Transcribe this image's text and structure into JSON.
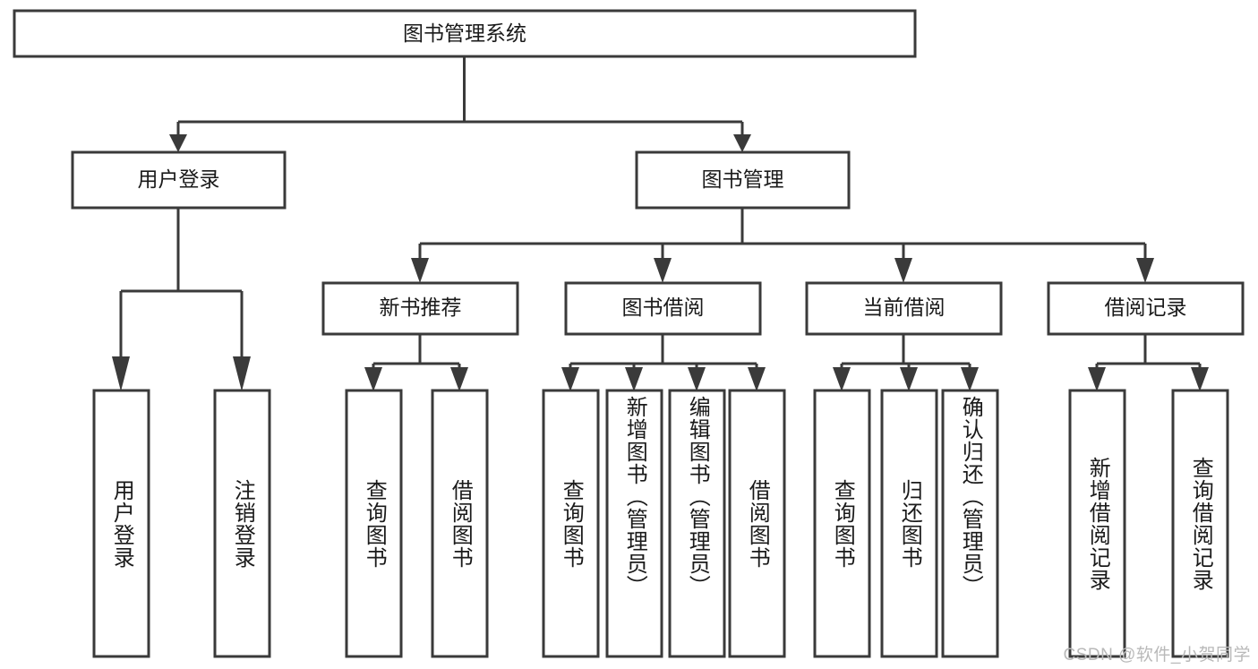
{
  "diagram": {
    "type": "tree-hierarchy",
    "title": "图书管理系统",
    "watermark": "CSDN @软件_小贺同学",
    "colors": {
      "stroke": "#3a3a3a",
      "box_fill": "#ffffff",
      "text": "#1a1a1a",
      "background": "#ffffff",
      "watermark": "#b9b9b9"
    },
    "root": {
      "id": "root",
      "label": "图书管理系统",
      "orientation": "horizontal"
    },
    "level2": [
      {
        "id": "user-login",
        "label": "用户登录",
        "orientation": "horizontal"
      },
      {
        "id": "book-management",
        "label": "图书管理",
        "orientation": "horizontal"
      }
    ],
    "level3": [
      {
        "id": "new-book-recommend",
        "label": "新书推荐",
        "orientation": "horizontal",
        "parent": "book-management"
      },
      {
        "id": "book-borrow",
        "label": "图书借阅",
        "orientation": "horizontal",
        "parent": "book-management"
      },
      {
        "id": "current-borrow",
        "label": "当前借阅",
        "orientation": "horizontal",
        "parent": "book-management"
      },
      {
        "id": "borrow-record",
        "label": "借阅记录",
        "orientation": "horizontal",
        "parent": "book-management"
      }
    ],
    "leaves": [
      {
        "id": "leaf-user-login",
        "label": "用户登录",
        "orientation": "vertical",
        "parent": "user-login"
      },
      {
        "id": "leaf-logout",
        "label": "注销登录",
        "orientation": "vertical",
        "parent": "user-login"
      },
      {
        "id": "leaf-query-book-1",
        "label": "查询图书",
        "orientation": "vertical",
        "parent": "new-book-recommend"
      },
      {
        "id": "leaf-borrow-book-1",
        "label": "借阅图书",
        "orientation": "vertical",
        "parent": "new-book-recommend"
      },
      {
        "id": "leaf-query-book-2",
        "label": "查询图书",
        "orientation": "vertical",
        "parent": "book-borrow"
      },
      {
        "id": "leaf-add-book",
        "label": "新增图书（管理员）",
        "orientation": "vertical",
        "parent": "book-borrow"
      },
      {
        "id": "leaf-edit-book",
        "label": "编辑图书（管理员）",
        "orientation": "vertical",
        "parent": "book-borrow"
      },
      {
        "id": "leaf-borrow-book-2",
        "label": "借阅图书",
        "orientation": "vertical",
        "parent": "book-borrow"
      },
      {
        "id": "leaf-query-book-3",
        "label": "查询图书",
        "orientation": "vertical",
        "parent": "current-borrow"
      },
      {
        "id": "leaf-return-book",
        "label": "归还图书",
        "orientation": "vertical",
        "parent": "current-borrow"
      },
      {
        "id": "leaf-confirm-return",
        "label": "确认归还（管理员）",
        "orientation": "vertical",
        "parent": "current-borrow"
      },
      {
        "id": "leaf-add-record",
        "label": "新增借阅记录",
        "orientation": "vertical",
        "parent": "borrow-record"
      },
      {
        "id": "leaf-query-record",
        "label": "查询借阅记录",
        "orientation": "vertical",
        "parent": "borrow-record"
      }
    ]
  }
}
